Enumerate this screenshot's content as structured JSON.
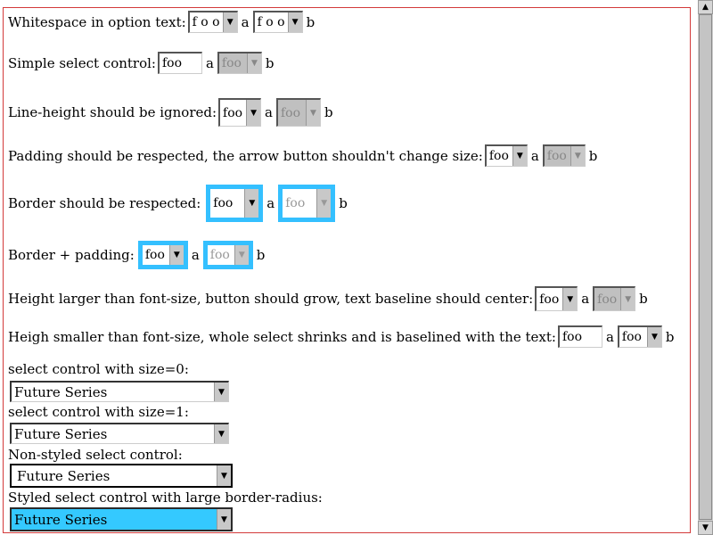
{
  "rows": {
    "r1": {
      "label": "Whitespace in option text:",
      "opt1": "f o o",
      "sep": "a",
      "opt2": "f o o",
      "end": "b"
    },
    "r2": {
      "label": "Simple select control:",
      "opt1": "foo",
      "sep": "a",
      "opt2": "foo",
      "end": "b"
    },
    "r3": {
      "label": "Line-height should be ignored:",
      "opt1": "foo",
      "sep": "a",
      "opt2": "foo",
      "end": "b"
    },
    "r4": {
      "label": "Padding should be respected, the arrow button shouldn't change size:",
      "opt1": "foo",
      "sep": "a",
      "opt2": "foo",
      "end": "b"
    },
    "r5": {
      "label": "Border should be respected:",
      "opt1": "foo",
      "sep": "a",
      "opt2": "foo",
      "end": "b"
    },
    "r6": {
      "label": "Border + padding:",
      "opt1": "foo",
      "sep": "a",
      "opt2": "foo",
      "end": "b"
    },
    "r7": {
      "label": "Height larger than font-size, button should grow, text baseline should center:",
      "opt1": "foo",
      "sep": "a",
      "opt2": "foo",
      "end": "b"
    },
    "r8": {
      "label": "Heigh smaller than font-size, whole select shrinks and is baselined with the text:",
      "opt1": "foo",
      "sep": "a",
      "opt2": "foo",
      "end": "b"
    }
  },
  "wide": {
    "c1": "select control with size=0:",
    "v1": "Future Series",
    "c2": "select control with size=1:",
    "v2": "Future Series",
    "c3": "Non-styled select control:",
    "v3": "Future Series",
    "c4": "Styled select control with large border-radius:",
    "v4": "Future Series"
  },
  "colors": {
    "border_accent": "#34c0ff",
    "frame": "#d33a3a"
  },
  "icons": {
    "arrow": "chevron-down-icon",
    "scroll_up": "scroll-up-icon",
    "scroll_down": "scroll-down-icon"
  }
}
